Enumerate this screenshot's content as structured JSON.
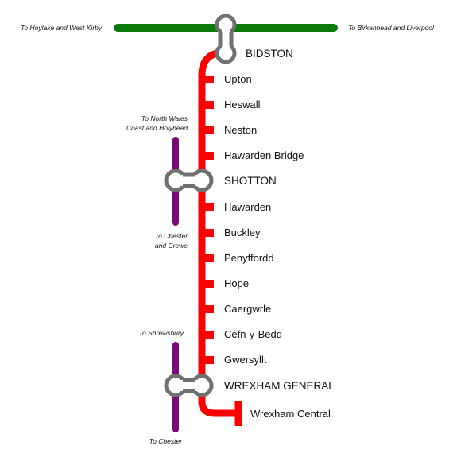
{
  "colors": {
    "borderlands_line": "#ff0000",
    "wirral_line": "#0b7a0b",
    "north_wales_line": "#7a0a7a",
    "interchange": "#707070"
  },
  "interchanges": {
    "bidston": "BIDSTON",
    "shotton": "SHOTTON",
    "wrexham_general": "WREXHAM GENERAL"
  },
  "stations": [
    "Upton",
    "Heswall",
    "Neston",
    "Hawarden Bridge",
    "Hawarden",
    "Buckley",
    "Penyffordd",
    "Hope",
    "Caergwrle",
    "Cefn-y-Bedd",
    "Gwersyllt"
  ],
  "terminus": "Wrexham Central",
  "destinations": {
    "west": "To Hoylake and West Kirby",
    "east": "To Birkenhead and Liverpool",
    "north_wales_1": "To North Wales",
    "north_wales_2": "Coast and Holyhead",
    "chester_crewe_1": "To Chester",
    "chester_crewe_2": "and Crewe",
    "shrewsbury": "To Shrewsbury",
    "chester": "To Chester"
  }
}
